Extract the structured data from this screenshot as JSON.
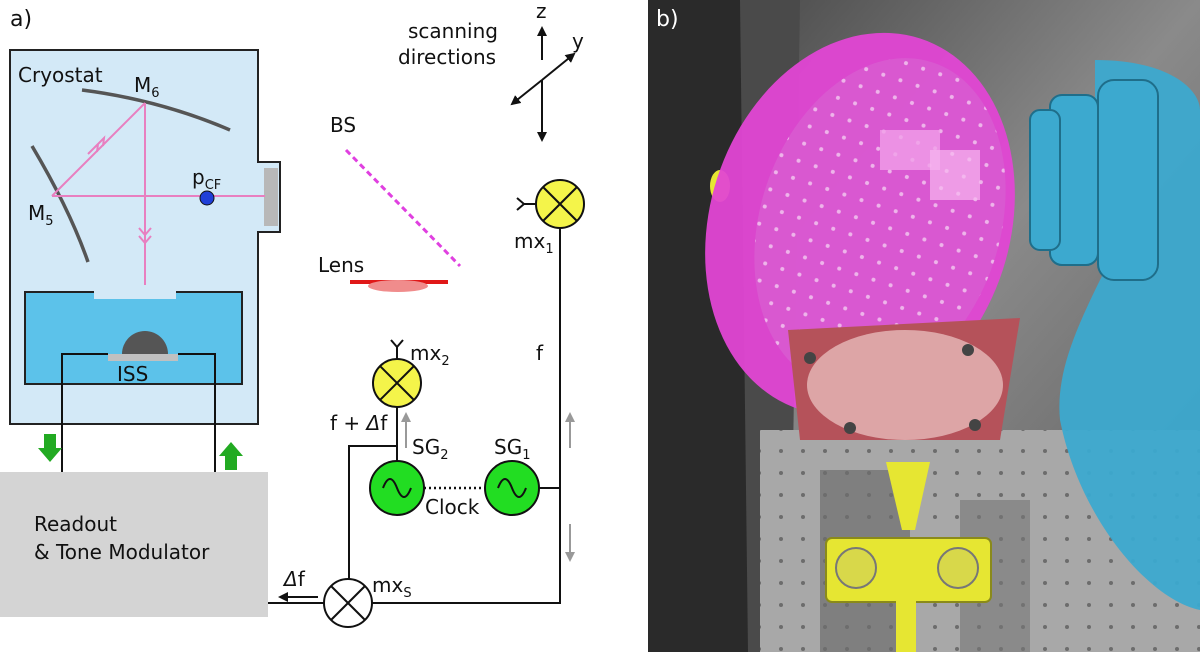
{
  "panel_a": {
    "tag": "a)",
    "cryostat_label": "Cryostat",
    "mirror_m6": {
      "main": "M",
      "sub": "6"
    },
    "mirror_m5": {
      "main": "M",
      "sub": "5"
    },
    "pcf": {
      "main": "p",
      "sub": "CF"
    },
    "iss_label": "ISS",
    "scanning_line1": "scanning",
    "scanning_line2": "directions",
    "axis_z": "z",
    "axis_y": "y",
    "bs_label": "BS",
    "lens_label": "Lens",
    "mx1": {
      "main": "mx",
      "sub": "1"
    },
    "mx2": {
      "main": "mx",
      "sub": "2"
    },
    "mxs": {
      "main": "mx",
      "sub": "S"
    },
    "sg1": {
      "main": "SG",
      "sub": "1"
    },
    "sg2": {
      "main": "SG",
      "sub": "2"
    },
    "clock_label": "Clock",
    "f_label": "f",
    "f_plus_df": {
      "prefix": "f + ",
      "delta": "Δ",
      "f": "f"
    },
    "delta_f": {
      "delta": "Δ",
      "f": "f"
    },
    "readout_line1": "Readout",
    "readout_line2": "& Tone Modulator",
    "colors": {
      "cryostat_fill": "#d3e9f7",
      "bath_fill": "#5cc2ea",
      "beam": "#e87fc0",
      "bs": "#e040e0",
      "lens": "#e01818",
      "mixer_fill": "#f4f44a",
      "sg_fill": "#22dd22",
      "arrow_green": "#22aa22",
      "arrow_gray": "#999999",
      "pcf_dot": "#1f3fd8",
      "readout_fill": "#d4d4d4"
    }
  },
  "panel_b": {
    "tag": "b)",
    "colors": {
      "horn_flange": "#e246d4",
      "cryo_body": "#3ca9cf",
      "copper_plate": "#b5525a",
      "feed_yellow": "#e6e632"
    }
  }
}
